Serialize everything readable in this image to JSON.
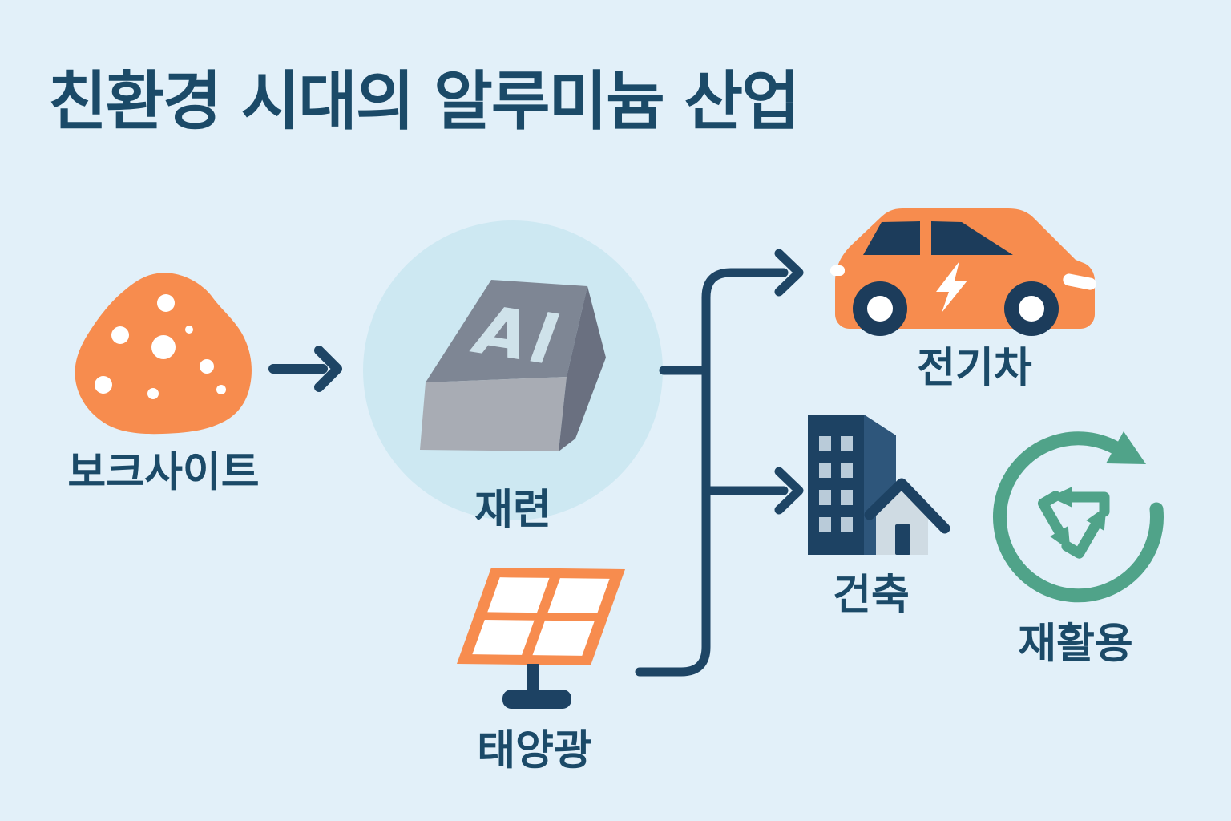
{
  "title": "친환경 시대의 알루미늄 산업",
  "diagram": {
    "nodes": [
      {
        "id": "bauxite",
        "label": "보크사이트",
        "icon": "bauxite-ore-icon"
      },
      {
        "id": "smelting",
        "label": "재련",
        "icon": "aluminum-ingot-icon",
        "ingot_marking": "Al"
      },
      {
        "id": "solar",
        "label": "태양광",
        "icon": "solar-panel-icon"
      },
      {
        "id": "ev",
        "label": "전기차",
        "icon": "electric-car-icon"
      },
      {
        "id": "construction",
        "label": "건축",
        "icon": "building-icon"
      },
      {
        "id": "recycling",
        "label": "재활용",
        "icon": "recycling-icon"
      }
    ],
    "edges": [
      {
        "from": "bauxite",
        "to": "smelting"
      },
      {
        "from": "smelting",
        "to": "ev"
      },
      {
        "from": "smelting",
        "to": "construction"
      },
      {
        "from": "solar",
        "to": "smelting"
      }
    ]
  },
  "colors": {
    "background": "#e2f0f9",
    "text": "#1b4a68",
    "line": "#1e4565",
    "orange": "#f78c4e",
    "circleFill": "#cde8f2",
    "green": "#50a389",
    "ingotTop": "#7e8694",
    "ingotFront": "#a8acb4",
    "ingotSide": "#6a7080",
    "ingotText": "#cfe2ea",
    "carNavy": "#1c3c5b",
    "buildingNavy": "#1d4263",
    "buildingSide": "#2e567b",
    "buildingWindow": "#b9cbd9",
    "houseBody": "#cfdbe3",
    "white": "#ffffff"
  }
}
